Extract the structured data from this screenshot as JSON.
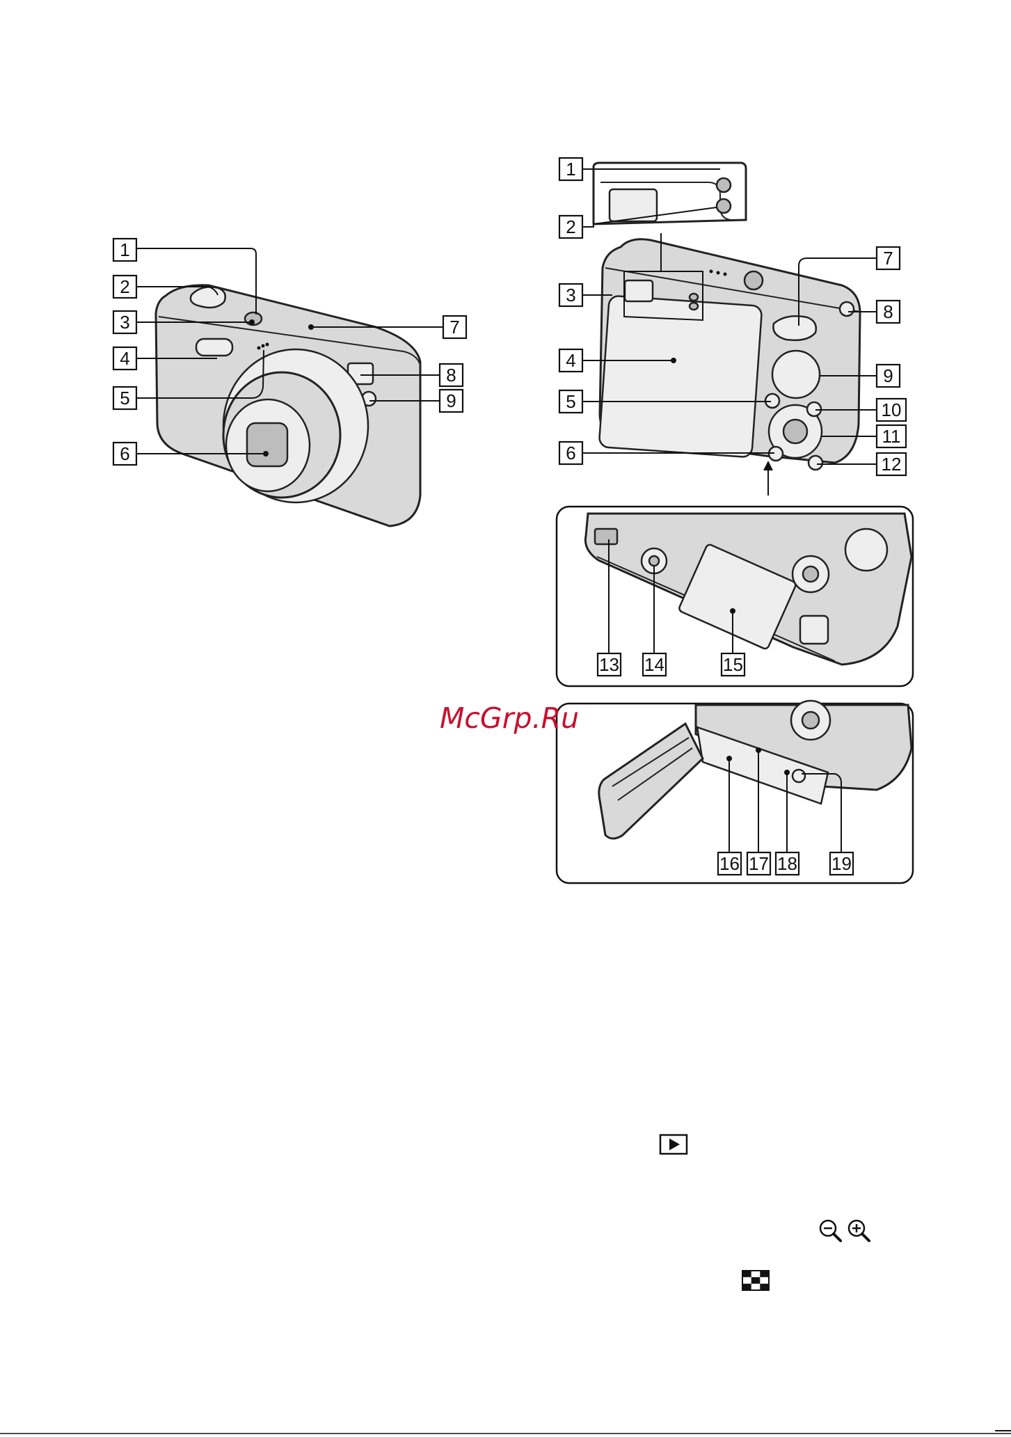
{
  "watermark": "McGrp.Ru",
  "front_view": {
    "callouts": [
      "1",
      "2",
      "3",
      "4",
      "5",
      "6",
      "7",
      "8",
      "9"
    ]
  },
  "back_view": {
    "callouts": [
      "1",
      "2",
      "3",
      "4",
      "5",
      "6",
      "7",
      "8",
      "9",
      "10",
      "11",
      "12"
    ]
  },
  "bottom_inset": {
    "callouts": [
      "13",
      "14",
      "15"
    ]
  },
  "battery_inset": {
    "callouts": [
      "16",
      "17",
      "18",
      "19"
    ]
  },
  "icons": {
    "playback": "playback-icon",
    "zoom_out": "zoom-out-icon",
    "zoom_in": "zoom-in-icon",
    "index": "index-grid-icon"
  }
}
